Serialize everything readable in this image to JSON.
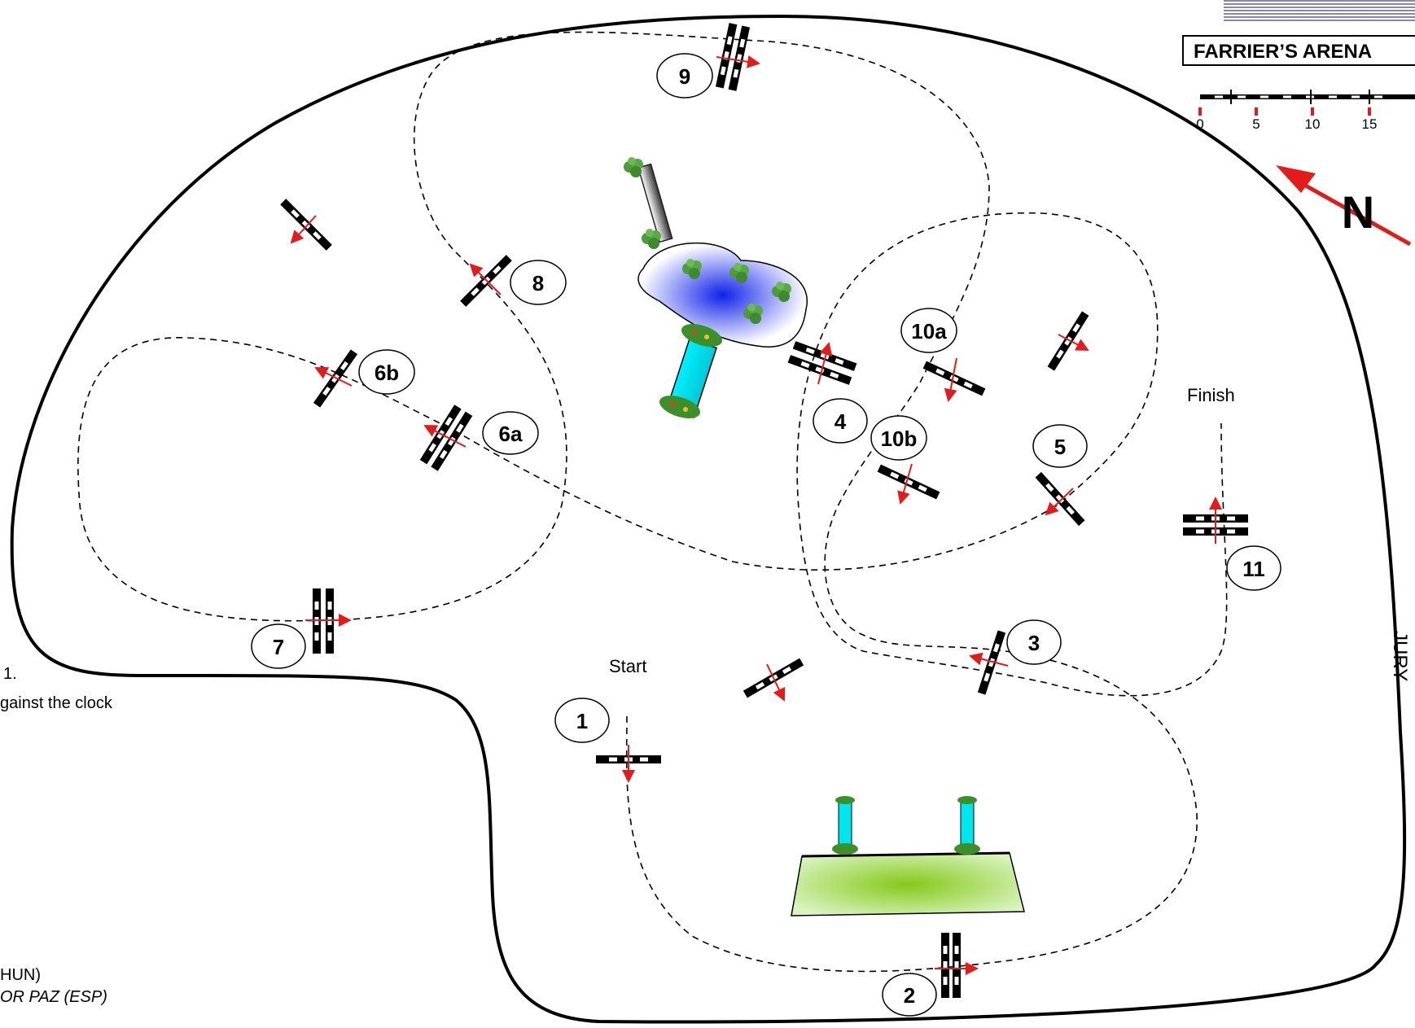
{
  "arena": {
    "title": "FARRIER’S ARENA",
    "side_label": "JURY"
  },
  "labels": {
    "start": "Start",
    "finish": "Finish",
    "north": "N"
  },
  "scale": {
    "ticks": [
      "0",
      "5",
      "10",
      "15"
    ]
  },
  "side_notes": {
    "line1": "1.",
    "line2": "gainst the clock",
    "line3": "HUN)",
    "line4": "OR PAZ (ESP)"
  },
  "obstacles": [
    "1",
    "2",
    "3",
    "4",
    "5",
    "6a",
    "6b",
    "7",
    "8",
    "9",
    "10a",
    "10b",
    "11"
  ],
  "colors": {
    "arrow_red": "#e31b1b",
    "water": "#2431e6",
    "cyan": "#00e5ee",
    "green": "#9ad75a"
  }
}
